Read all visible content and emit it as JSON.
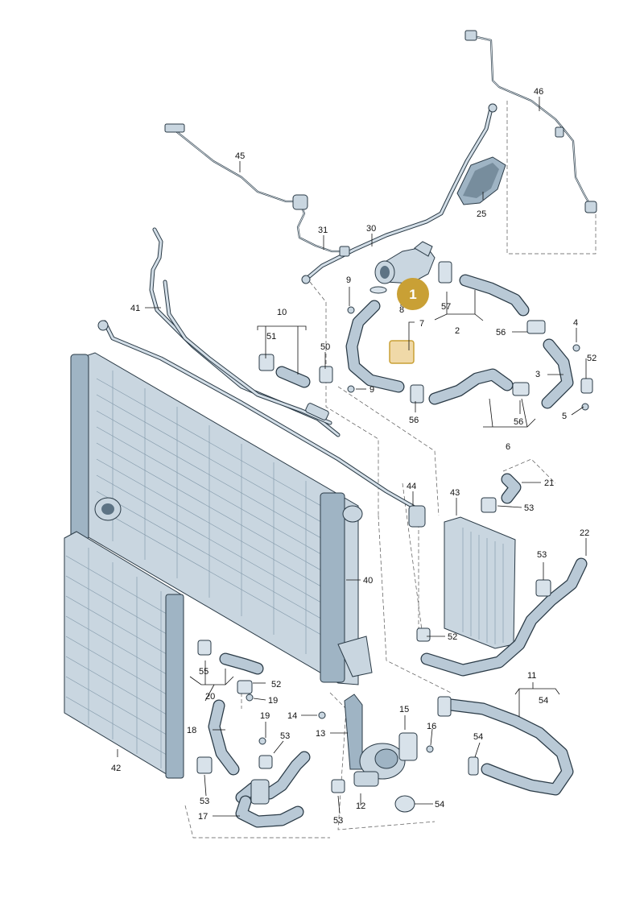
{
  "diagram": {
    "callout": {
      "number": "1",
      "fill": "#c9a035",
      "text_color": "#ffffff"
    },
    "colors": {
      "line": "#2a3a46",
      "part_fill": "#c9d6e0",
      "highlight": "#f0d9a8"
    },
    "labels": {
      "p2": "2",
      "p3": "3",
      "p4": "4",
      "p5": "5",
      "p6": "6",
      "p7": "7",
      "p8": "8",
      "p9a": "9",
      "p9b": "9",
      "p10": "10",
      "p11": "11",
      "p12": "12",
      "p13": "13",
      "p14": "14",
      "p15": "15",
      "p16": "16",
      "p17": "17",
      "p18": "18",
      "p19a": "19",
      "p19b": "19",
      "p20": "20",
      "p21": "21",
      "p22": "22",
      "p25": "25",
      "p30": "30",
      "p31": "31",
      "p40": "40",
      "p41": "41",
      "p42": "42",
      "p43": "43",
      "p44": "44",
      "p45": "45",
      "p46": "46",
      "p50": "50",
      "p51": "51",
      "p52a": "52",
      "p52b": "52",
      "p52c": "52",
      "p53a": "53",
      "p53b": "53",
      "p53c": "53",
      "p53d": "53",
      "p53e": "53",
      "p54a": "54",
      "p54b": "54",
      "p54c": "54",
      "p55": "55",
      "p56a": "56",
      "p56b": "56",
      "p56c": "56",
      "p57": "57"
    }
  }
}
